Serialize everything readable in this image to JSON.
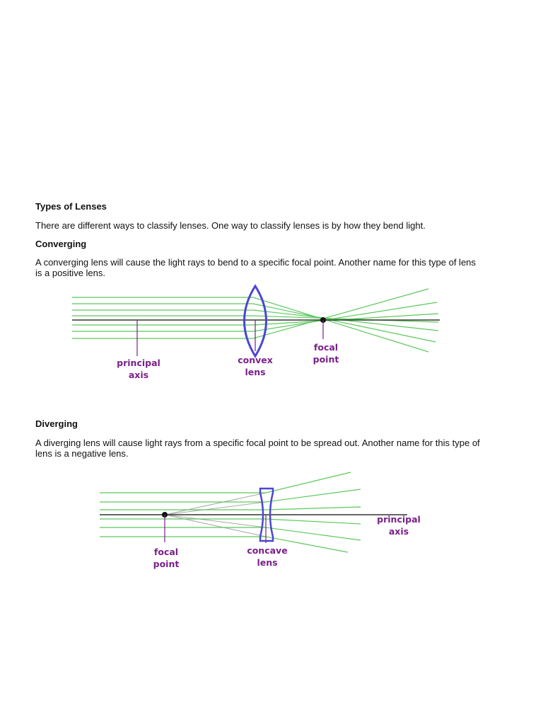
{
  "doc": {
    "title": "Types of Lenses",
    "intro": "There are different ways to classify lenses. One way to classify lenses is by how they bend light.",
    "converging": {
      "heading": "Converging",
      "text": "A converging lens will cause the light rays to bend to a specific focal point. Another name for this type of lens is a positive lens."
    },
    "diverging": {
      "heading": "Diverging",
      "text": "A diverging lens will cause light rays from a specific focal point to be spread out. Another name for this type of lens is a negative lens."
    }
  },
  "diagram1": {
    "axis_label": [
      "principal",
      "axis"
    ],
    "lens_label": [
      "convex",
      "lens"
    ],
    "focal_label": [
      "focal",
      "point"
    ]
  },
  "diagram2": {
    "focal_label": [
      "focal",
      "point"
    ],
    "lens_label": [
      "concave",
      "lens"
    ],
    "axis_label": [
      "principal",
      "axis"
    ]
  },
  "colors": {
    "ray": "#5cc85c",
    "lens": "#4a45d8",
    "axis": "#333333",
    "label": "#7a1f8a",
    "construction": "#a8a8a8"
  }
}
